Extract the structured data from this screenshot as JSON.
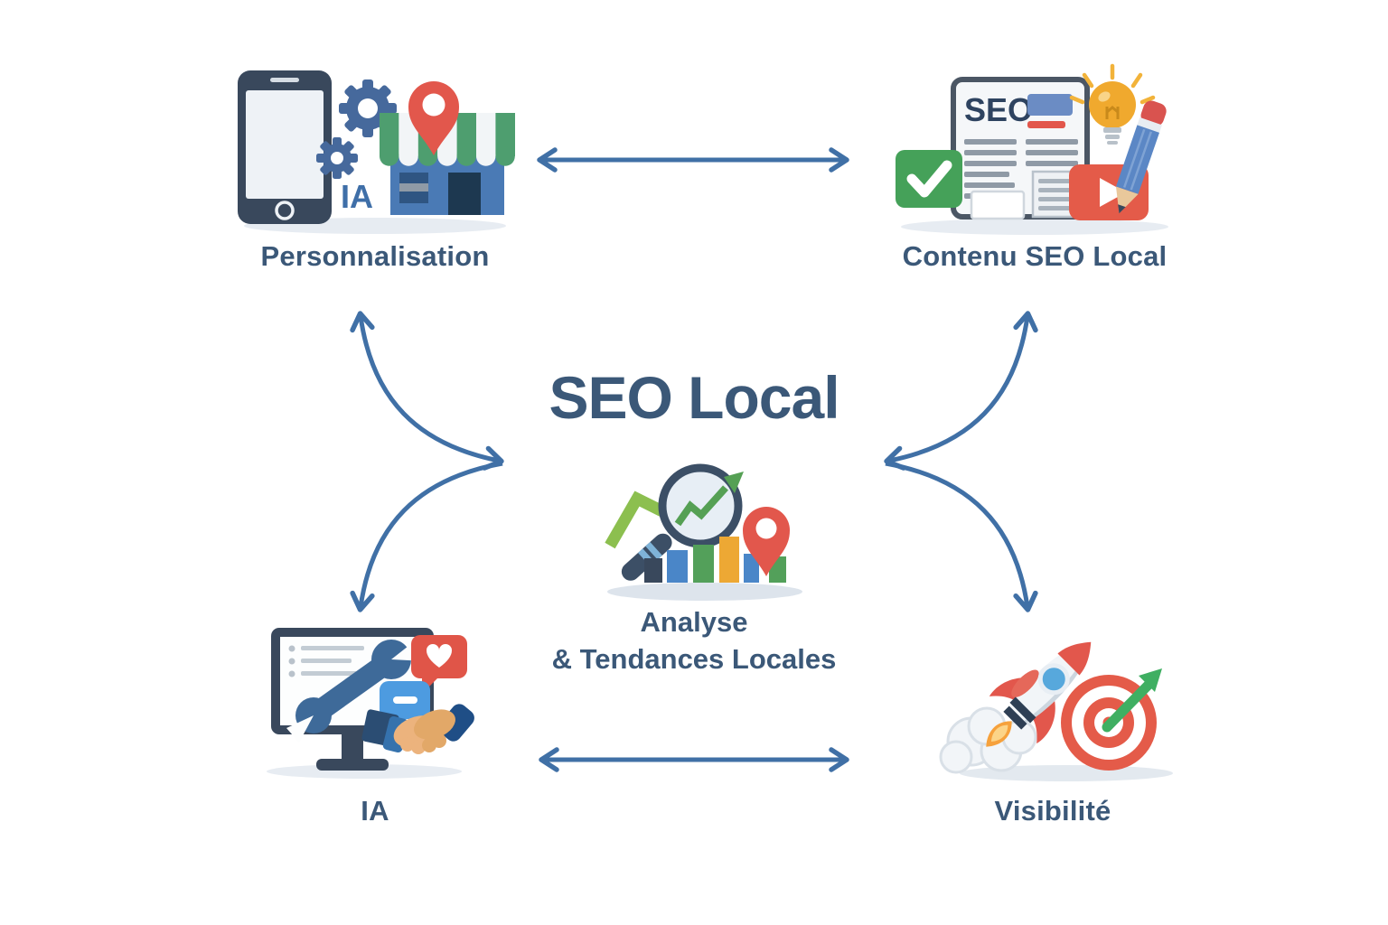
{
  "diagram": {
    "background": "#ffffff",
    "arrow_color": "#4070a6",
    "text_color": "#3b5878",
    "center": {
      "title": "SEO Local",
      "subtitle_line1": "Analyse",
      "subtitle_line2": "& Tendances Locales",
      "icon": "magnifier-bar-chart-trend-pin-icon"
    },
    "nodes": [
      {
        "id": "personnalisation",
        "position": "top-left",
        "label": "Personnalisation",
        "inline_text": "IA",
        "icons": [
          "smartphone-icon",
          "gears-icon",
          "storefront-icon",
          "location-pin-icon"
        ]
      },
      {
        "id": "contenu-seo-local",
        "position": "top-right",
        "label": "Contenu SEO Local",
        "inline_text": "SEO",
        "icons": [
          "seo-document-icon",
          "checkmark-icon",
          "lightbulb-icon",
          "video-play-icon",
          "pencil-icon"
        ]
      },
      {
        "id": "ia",
        "position": "bottom-left",
        "label": "IA",
        "icons": [
          "monitor-icon",
          "wrench-icon",
          "heart-bubble-icon",
          "chat-bubble-icon",
          "handshake-icon"
        ]
      },
      {
        "id": "visibilite",
        "position": "bottom-right",
        "label": "Visibilité",
        "icons": [
          "rocket-icon",
          "target-icon",
          "growth-arrow-icon"
        ]
      }
    ],
    "connections": [
      {
        "from": "personnalisation",
        "to": "contenu-seo-local",
        "type": "straight-double-arrow"
      },
      {
        "from": "ia",
        "to": "visibilite",
        "type": "straight-double-arrow"
      },
      {
        "from": "center",
        "to": "personnalisation",
        "type": "curved-double-arrow"
      },
      {
        "from": "center",
        "to": "ia",
        "type": "curved-double-arrow"
      },
      {
        "from": "center",
        "to": "contenu-seo-local",
        "type": "curved-double-arrow"
      },
      {
        "from": "center",
        "to": "visibilite",
        "type": "curved-double-arrow"
      }
    ],
    "palette": {
      "navy": "#39485c",
      "blue": "#4a7ab5",
      "gear_blue": "#46699c",
      "bright_blue": "#4d9be0",
      "green": "#45a159",
      "lime": "#8cbf4f",
      "red": "#e2574c",
      "amber": "#f0a92e",
      "flame_orange": "#f6a13c",
      "gray_line": "#8f9aa6",
      "shadow": "#e7ecf2"
    }
  }
}
